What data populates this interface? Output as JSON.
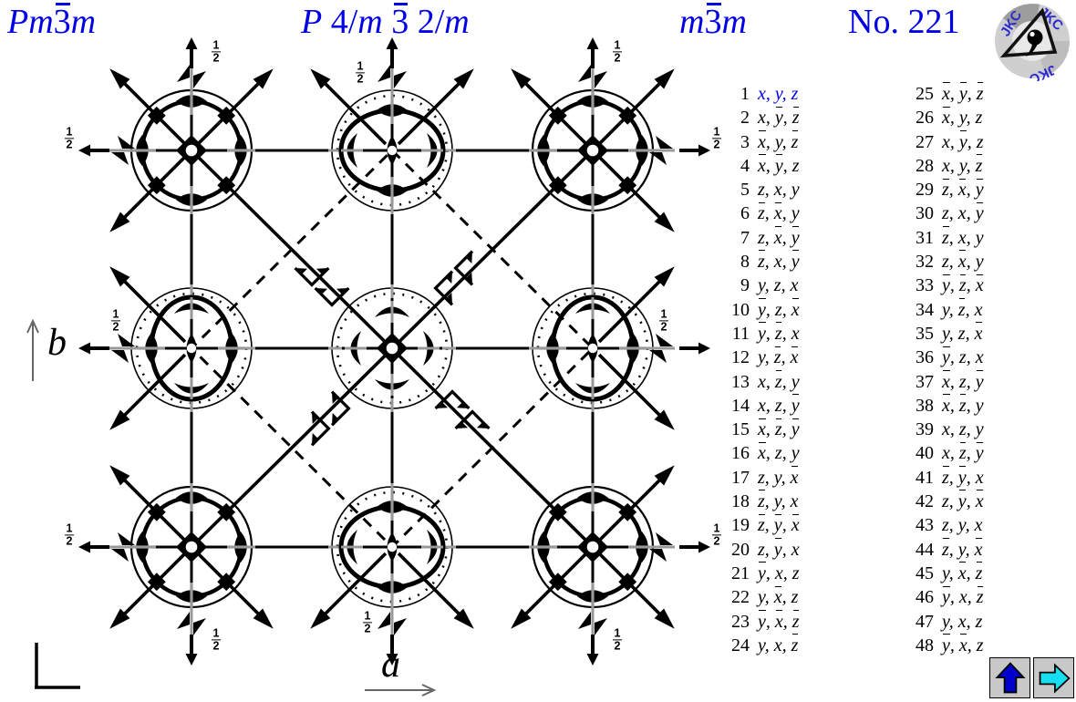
{
  "header": {
    "short_symbol": "Pm-3m",
    "full_symbol": "P 4/m -3 2/m",
    "point_group": "m-3m",
    "number_label": "No. 221",
    "accent_color": "#0000e6"
  },
  "axes": {
    "a_label": "a",
    "b_label": "b"
  },
  "half_fraction": {
    "numerator": "1",
    "denominator": "2"
  },
  "logo": {
    "letters": "JKC"
  },
  "nav": {
    "up_icon": "up-arrow",
    "next_icon": "right-arrow"
  },
  "positions": {
    "column1": [
      {
        "n": "1",
        "coords": "x, y, z",
        "highlight": true
      },
      {
        "n": "2",
        "coords": "x, -y, -z"
      },
      {
        "n": "3",
        "coords": "-x, y, -z"
      },
      {
        "n": "4",
        "coords": "-x, -y, z"
      },
      {
        "n": "5",
        "coords": "z, x, y"
      },
      {
        "n": "6",
        "coords": "-z, -x, y"
      },
      {
        "n": "7",
        "coords": "z, -x, -y"
      },
      {
        "n": "8",
        "coords": "-z, x, -y"
      },
      {
        "n": "9",
        "coords": "y, z, x"
      },
      {
        "n": "10",
        "coords": "-y, z, -x"
      },
      {
        "n": "11",
        "coords": "-y, -z, x"
      },
      {
        "n": "12",
        "coords": "y, -z, -x"
      },
      {
        "n": "13",
        "coords": "x, -z, y"
      },
      {
        "n": "14",
        "coords": "x, z, -y"
      },
      {
        "n": "15",
        "coords": "-x, -z, -y"
      },
      {
        "n": "16",
        "coords": "-x, z, y"
      },
      {
        "n": "17",
        "coords": "z, y, -x"
      },
      {
        "n": "18",
        "coords": "-z, y, x"
      },
      {
        "n": "19",
        "coords": "-z, -y, -x"
      },
      {
        "n": "20",
        "coords": "z, -y, x"
      },
      {
        "n": "21",
        "coords": "-y, x, z"
      },
      {
        "n": "22",
        "coords": "y, -x, z"
      },
      {
        "n": "23",
        "coords": "-y, -x, -z"
      },
      {
        "n": "24",
        "coords": "y, x, -z"
      }
    ],
    "column2": [
      {
        "n": "25",
        "coords": "-x, -y, -z"
      },
      {
        "n": "26",
        "coords": "-x, y, z"
      },
      {
        "n": "27",
        "coords": "x, -y, z"
      },
      {
        "n": "28",
        "coords": "x, y, -z"
      },
      {
        "n": "29",
        "coords": "-z, -x, -y"
      },
      {
        "n": "30",
        "coords": "z, x, -y"
      },
      {
        "n": "31",
        "coords": "-z, x, y"
      },
      {
        "n": "32",
        "coords": "z, -x, y"
      },
      {
        "n": "33",
        "coords": "-y, -z, -x"
      },
      {
        "n": "34",
        "coords": "y, -z, x"
      },
      {
        "n": "35",
        "coords": "y, z, -x"
      },
      {
        "n": "36",
        "coords": "-y, z, x"
      },
      {
        "n": "37",
        "coords": "-x, z, -y"
      },
      {
        "n": "38",
        "coords": "-x, -z, y"
      },
      {
        "n": "39",
        "coords": "x, z, y"
      },
      {
        "n": "40",
        "coords": "x, -z, -y"
      },
      {
        "n": "41",
        "coords": "-z, -y, x"
      },
      {
        "n": "42",
        "coords": "z, -y, -x"
      },
      {
        "n": "43",
        "coords": "z, y, x"
      },
      {
        "n": "44",
        "coords": "-z, y, -x"
      },
      {
        "n": "45",
        "coords": "y, -x, -z"
      },
      {
        "n": "46",
        "coords": "-y, x, -z"
      },
      {
        "n": "47",
        "coords": "y, x, z"
      },
      {
        "n": "48",
        "coords": "-y, -x, z"
      }
    ]
  }
}
